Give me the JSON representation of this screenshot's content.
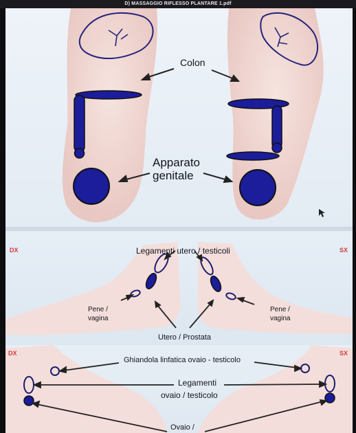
{
  "window": {
    "title": "D) MASSAGGIO RIFLESSO PLANTARE 1.pdf"
  },
  "slide": {
    "top": {
      "colon": "Colon",
      "genital_line1": "Apparato",
      "genital_line2": "genitale"
    },
    "middle": {
      "dx": "DX",
      "sx": "SX",
      "legamenti_utero": "Legamenti utero / testicoli",
      "pene_left_1": "Pene /",
      "pene_left_2": "vagina",
      "pene_right_1": "Pene /",
      "pene_right_2": "vagina",
      "utero_prostata": "Utero / Prostata"
    },
    "bottom": {
      "dx": "DX",
      "sx": "SX",
      "ghiandola": "Ghiandola linfatica ovaio - testicolo",
      "legamenti_1": "Legamenti",
      "legamenti_2": "ovaio / testicolo",
      "ovaio": "Ovaio /"
    }
  },
  "colors": {
    "reflex_fill": "#1b1d9a",
    "outline": "#1d1d6e",
    "label_color": "#d23a3a",
    "skin": "#f1d9d4"
  }
}
